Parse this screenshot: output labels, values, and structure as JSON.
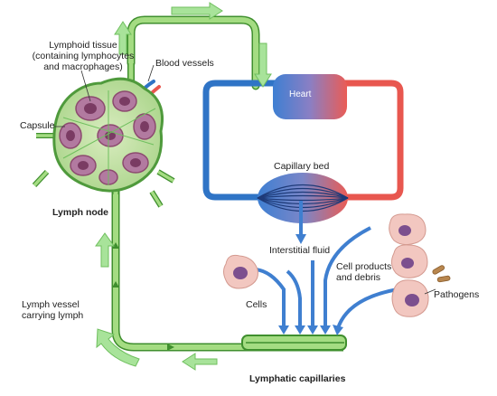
{
  "labels": {
    "lymphoid_tissue_1": "Lymphoid tissue",
    "lymphoid_tissue_2": "(containing lymphocytes",
    "lymphoid_tissue_3": "and macrophages)",
    "blood_vessels": "Blood vessels",
    "capsule": "Capsule",
    "lymph_node": "Lymph node",
    "heart": "Heart",
    "capillary_bed": "Capillary bed",
    "interstitial_fluid": "Interstitial fluid",
    "cell_products_1": "Cell products",
    "cell_products_2": "and debris",
    "cells": "Cells",
    "pathogens": "Pathogens",
    "lymph_vessel_1": "Lymph vessel",
    "lymph_vessel_2": "carrying lymph",
    "lymphatic_capillaries": "Lymphatic capillaries"
  },
  "colors": {
    "lymph_vessel": "#9dd87a",
    "lymph_vessel_dark": "#3f8f2e",
    "vein_blue": "#2f74c6",
    "artery_red": "#e8574f",
    "flow_arrow_blue": "#3f7fd0",
    "flow_arrow_green": "#a8e39a",
    "cell_pink": "#f2c7c0",
    "cell_nucleus": "#7c4f8e",
    "node_tissue": "#8c4a6f",
    "pathogen": "#b8864e"
  }
}
